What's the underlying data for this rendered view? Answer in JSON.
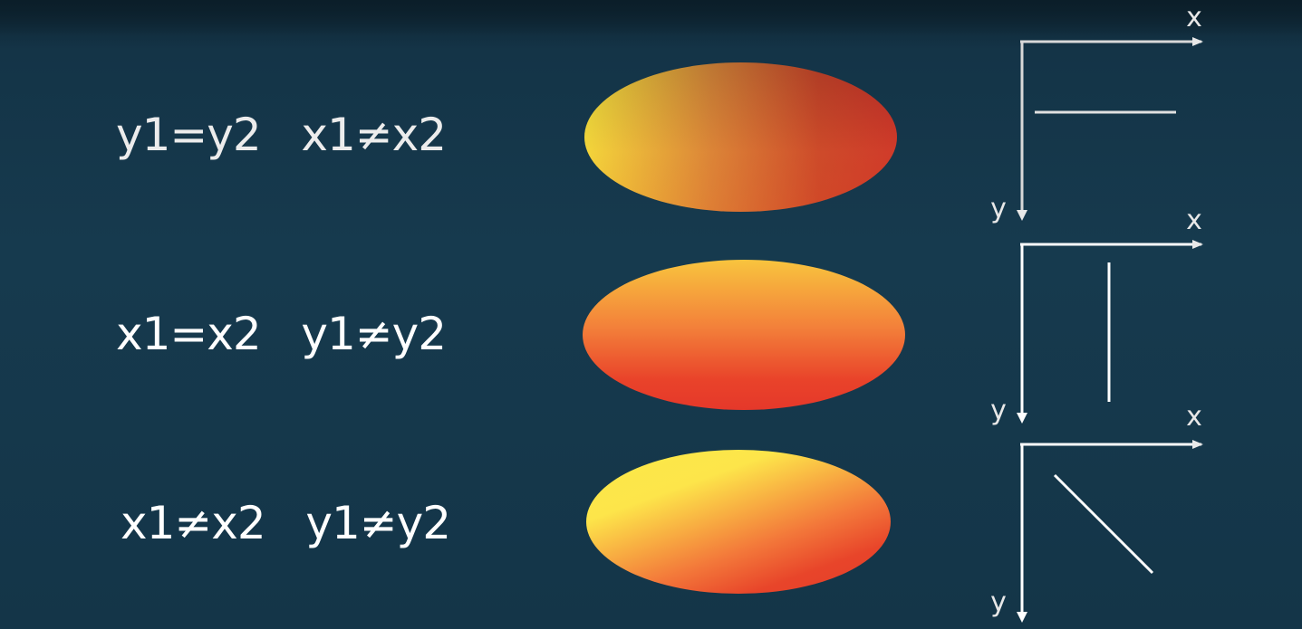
{
  "rows": [
    {
      "formula": "y1=y2   x1≠x2",
      "x_label": "x",
      "y_label": "y",
      "line_direction": "horizontal"
    },
    {
      "formula": "x1=x2   y1≠y2",
      "x_label": "x",
      "y_label": "y",
      "line_direction": "vertical"
    },
    {
      "formula": "x1≠x2   y1≠y2",
      "x_label": "x",
      "y_label": "y",
      "line_direction": "diagonal"
    }
  ],
  "colors": {
    "background": "#163a4e",
    "text": "#ffffff",
    "axis": "#e8e8e8",
    "gradient_yellow": "#fbe948",
    "gradient_orange": "#f3803a",
    "gradient_red": "#e5382a"
  },
  "gradient_directions": [
    "left-to-right",
    "top-to-bottom",
    "diagonal"
  ]
}
